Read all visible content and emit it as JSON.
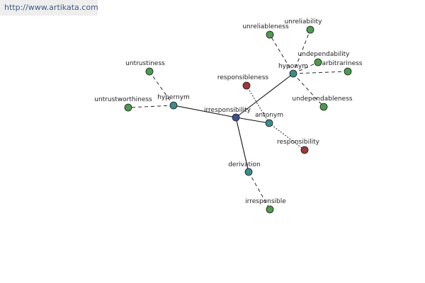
{
  "watermark": {
    "text": "http://www.artikata.com"
  },
  "graph": {
    "colors": {
      "center": "#3f4f8f",
      "relation": "#3c8c8c",
      "word": "#4e9a4e",
      "antonym_word": "#9a3a3a"
    },
    "nodes": {
      "center": {
        "label": "irresponsibility",
        "kind": "center"
      },
      "hypernym": {
        "label": "hypernym",
        "kind": "relation"
      },
      "hyponym": {
        "label": "hyponym",
        "kind": "relation"
      },
      "antonym": {
        "label": "antonym",
        "kind": "relation"
      },
      "derivation": {
        "label": "derivation",
        "kind": "relation"
      },
      "untrustiness": {
        "label": "untrustiness",
        "kind": "word"
      },
      "untrustworthiness": {
        "label": "untrustworthiness",
        "kind": "word"
      },
      "unreliableness": {
        "label": "unreliableness",
        "kind": "word"
      },
      "unreliability": {
        "label": "unreliability",
        "kind": "word"
      },
      "undependability": {
        "label": "undependability",
        "kind": "word"
      },
      "arbitrariness": {
        "label": "arbitrariness",
        "kind": "word"
      },
      "undependableness": {
        "label": "undependableness",
        "kind": "word"
      },
      "responsibleness": {
        "label": "responsibleness",
        "kind": "antonym_word"
      },
      "responsibility": {
        "label": "responsibility",
        "kind": "antonym_word"
      },
      "irresponsible": {
        "label": "irresponsible",
        "kind": "word"
      }
    }
  }
}
